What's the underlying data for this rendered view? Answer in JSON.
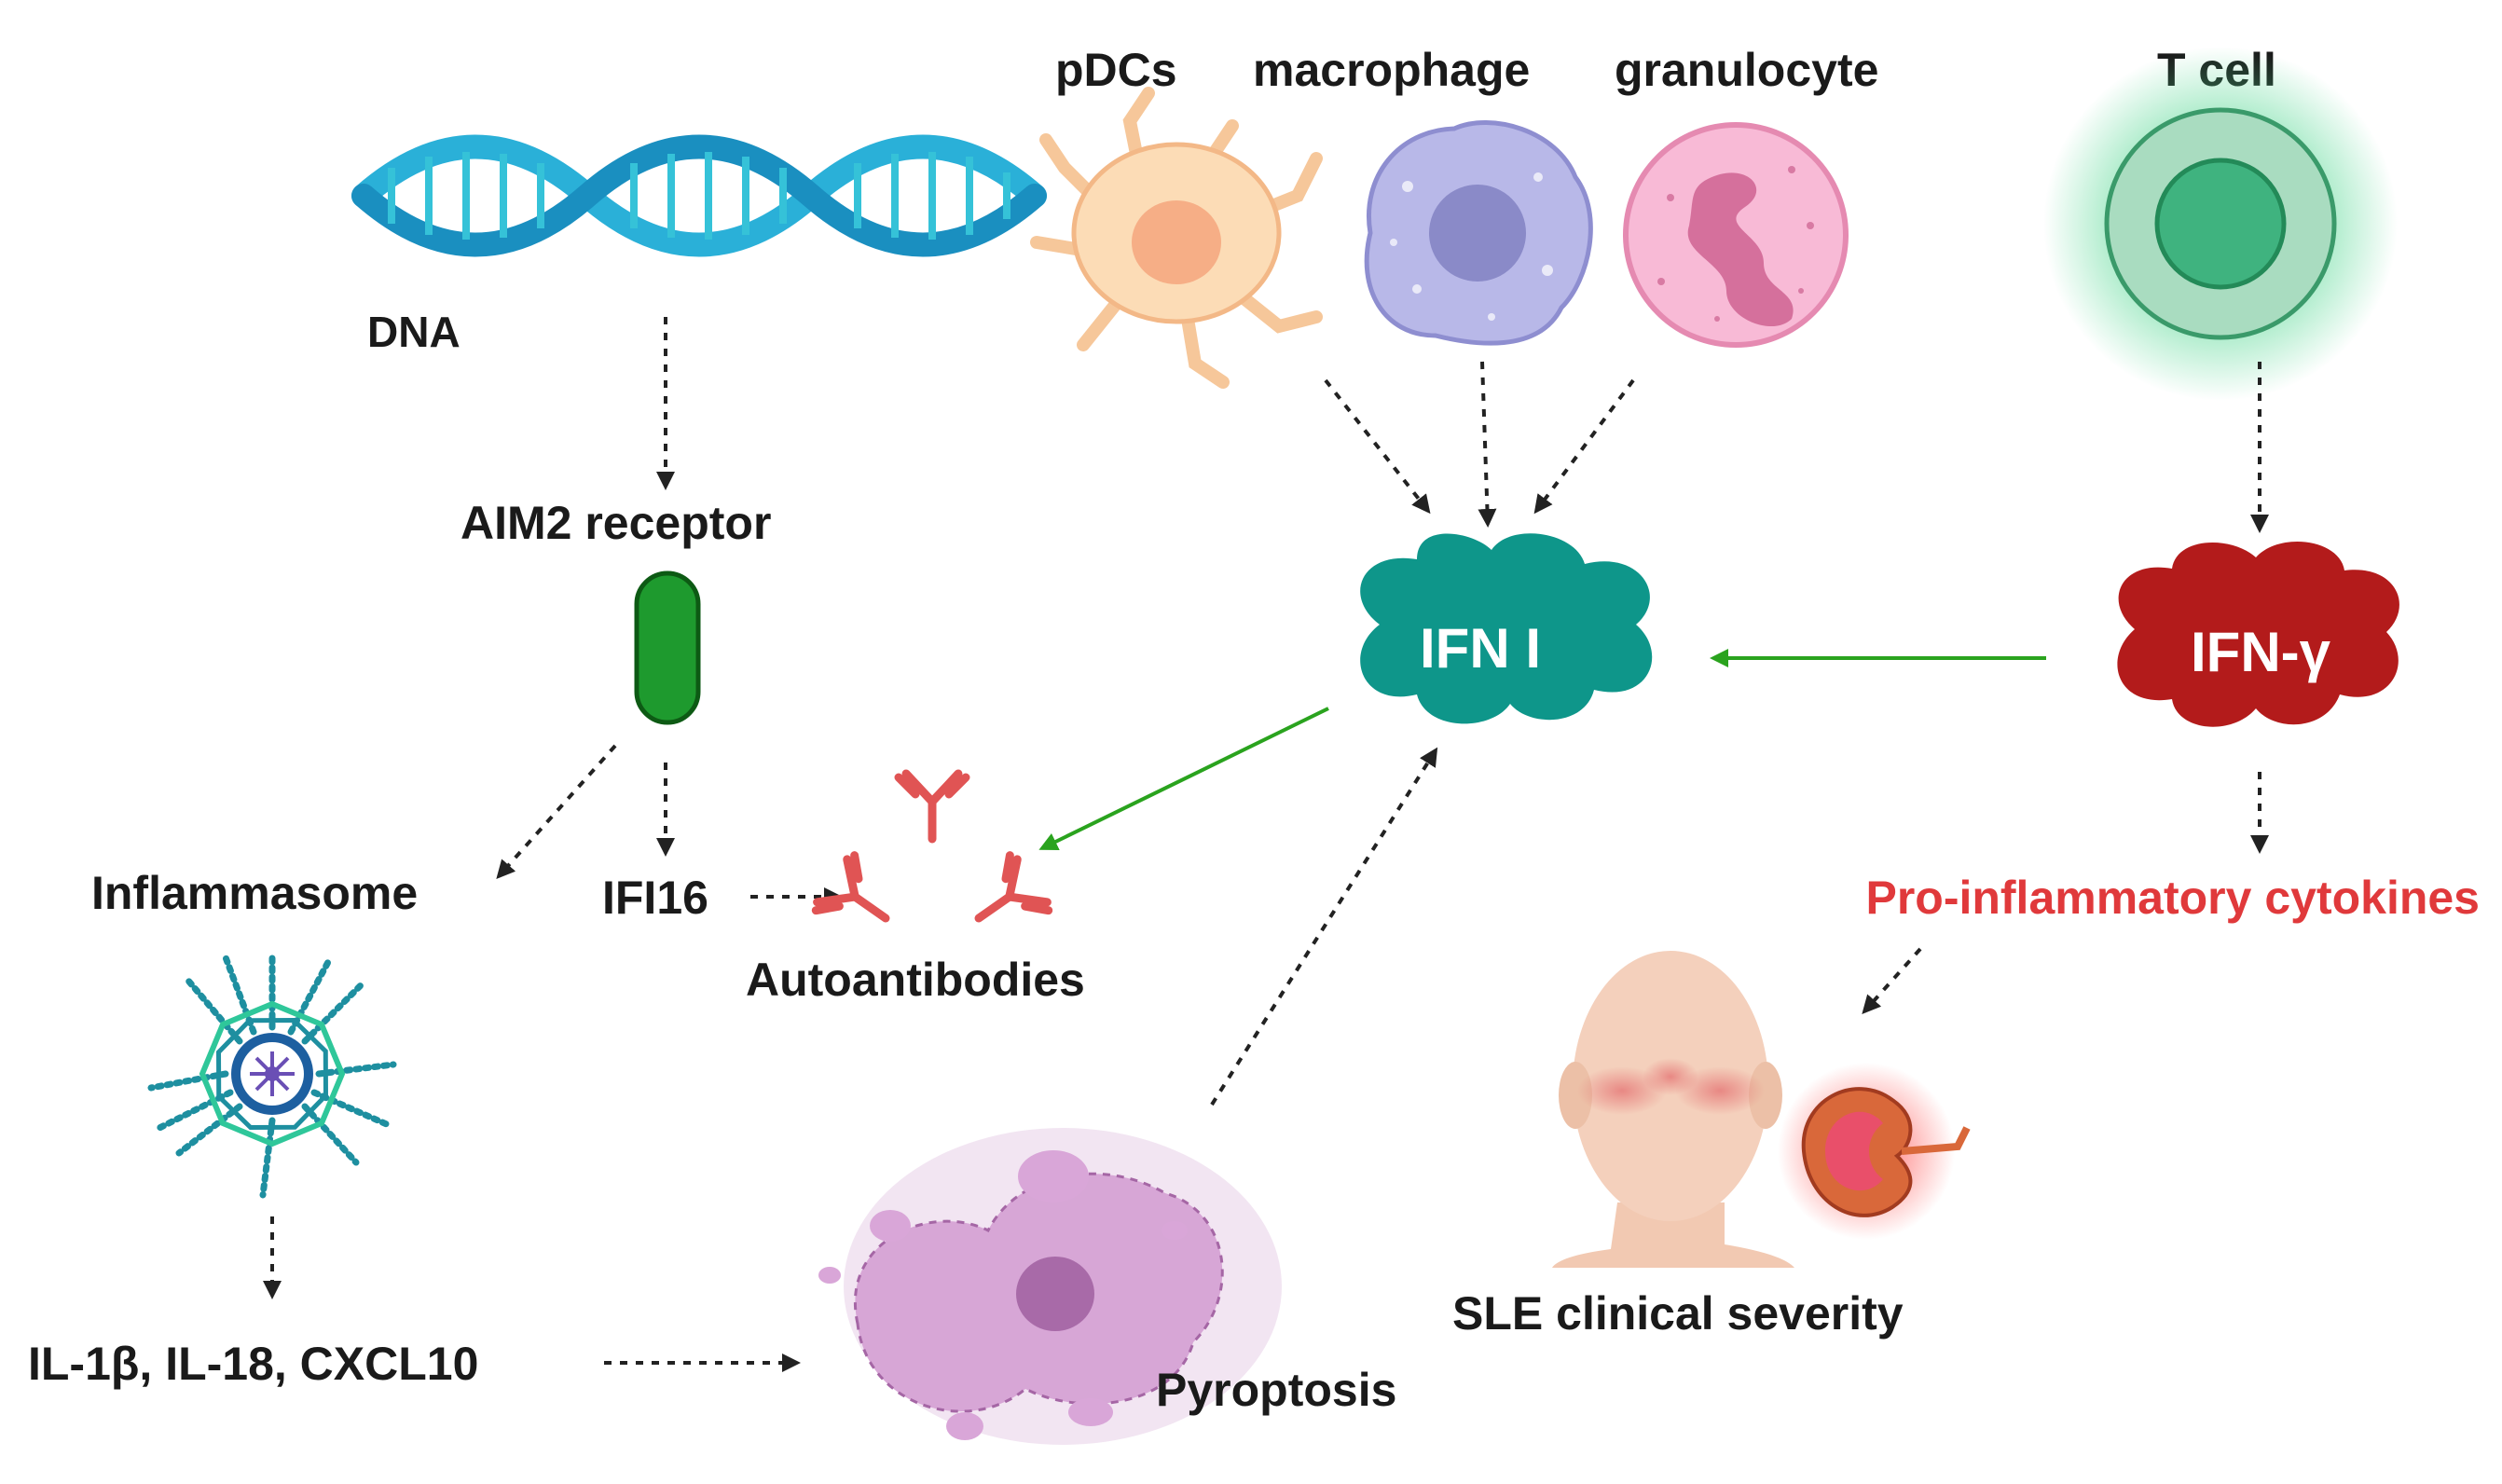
{
  "labels": {
    "dna": "DNA",
    "aim2": "AIM2 receptor",
    "inflammasome": "Inflammasome",
    "ifi16": "IFI16",
    "autoantibodies": "Autoantibodies",
    "cytokines_il": "IL-1β, IL-18, CXCL10",
    "pyroptosis": "Pyroptosis",
    "pdcs": "pDCs",
    "macrophage": "macrophage",
    "granulocyte": "granulocyte",
    "tcell": "T cell",
    "ifn1": "IFN I",
    "ifng": "IFN-γ",
    "proinflam": "Pro-inflammatory cytokines",
    "sle": "SLE clinical severity"
  },
  "colors": {
    "ifn1_cloud": "#0e968a",
    "ifng_cloud": "#b31b1b",
    "proinflam_text": "#e0393b",
    "aim2_receptor": "#1e9a2e",
    "green_arrow": "#2aa31e",
    "antibody": "#e05454",
    "dna_helix": "#2ab0d8",
    "tcell": "#3fb37f",
    "pyroptosis_cell": "#d7a6d6"
  },
  "icons": {
    "dna": "dna-helix-icon",
    "aim2": "receptor-capsule-icon",
    "inflammasome": "inflammasome-icon",
    "antibodies": "antibody-icon",
    "pdc": "dendritic-cell-icon",
    "macrophage": "macrophage-icon",
    "granulocyte": "granulocyte-icon",
    "tcell": "t-cell-icon",
    "pyroptosis": "pyroptotic-cell-icon",
    "sle": "patient-rash-kidney-icon"
  }
}
